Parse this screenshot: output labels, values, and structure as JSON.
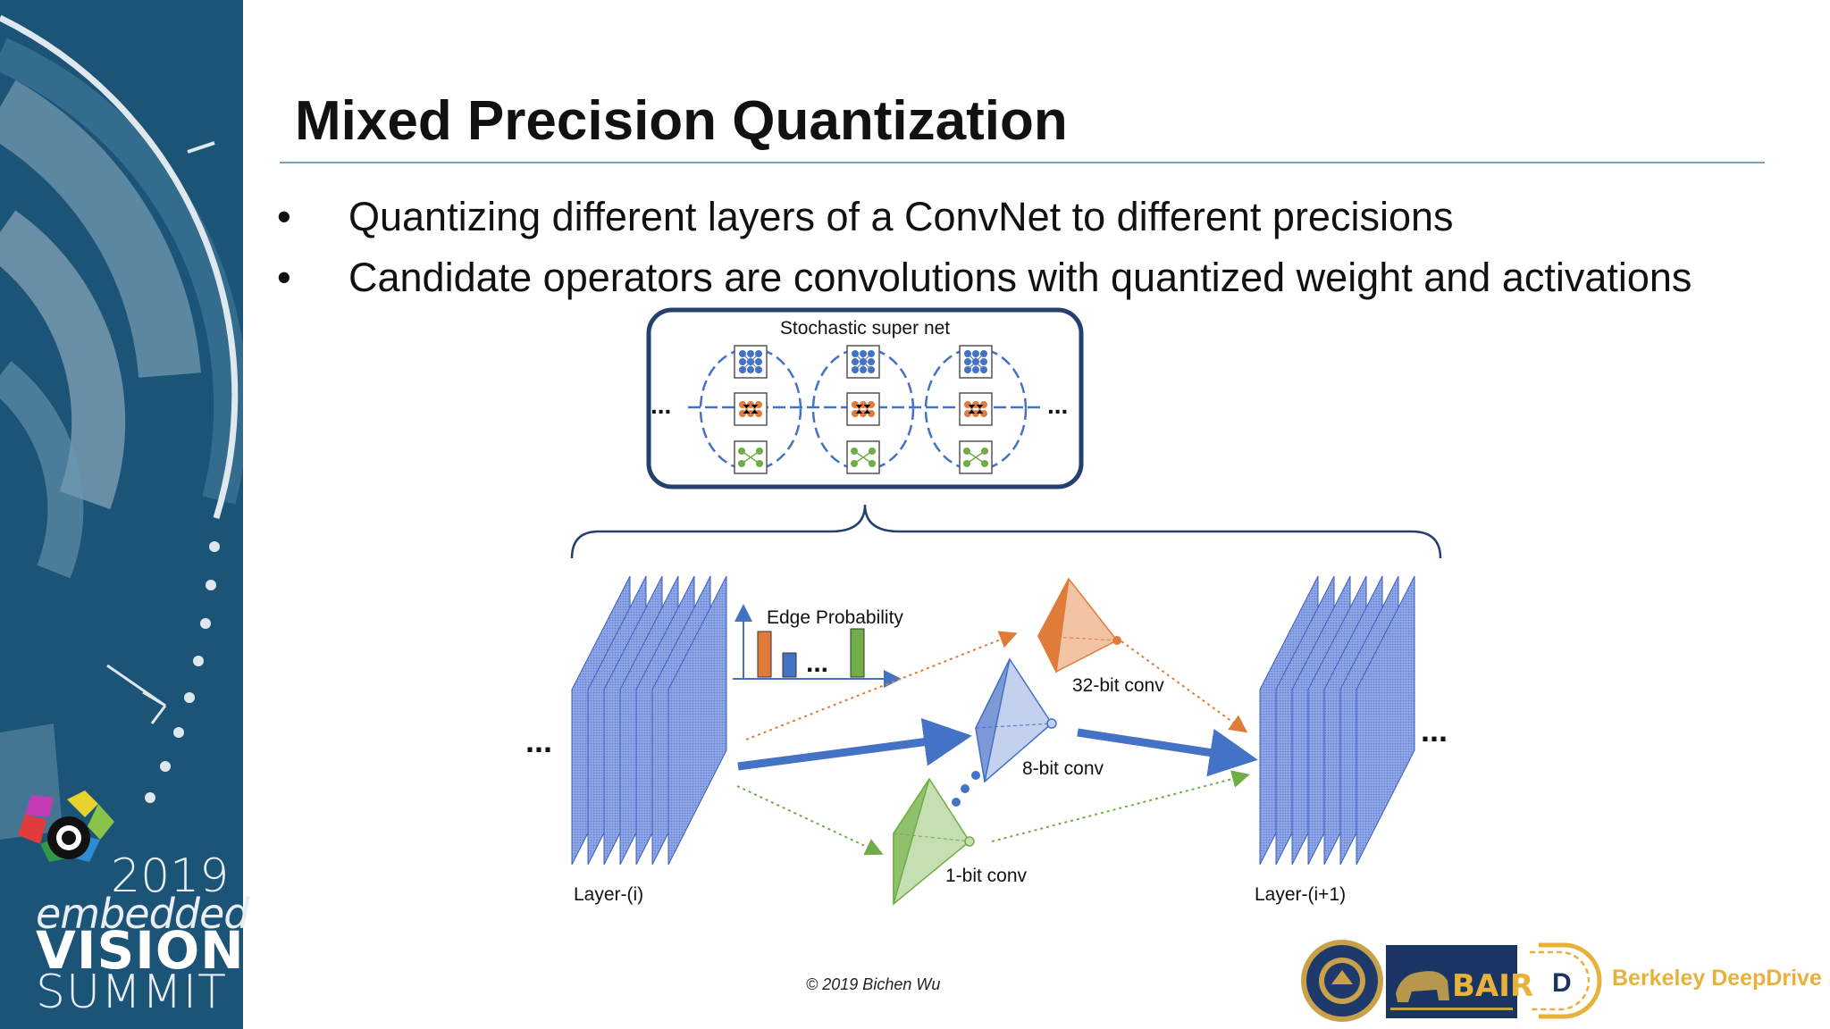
{
  "sidebar": {
    "year": "2019",
    "line1": "embedded",
    "line2": "VISION",
    "line3": "SUMMIT",
    "colors": {
      "bg": "#1b5476",
      "ring": "#a9c2d2"
    }
  },
  "slide": {
    "title": "Mixed Precision Quantization",
    "bullets": [
      {
        "marker": "•",
        "text": "Quantizing different layers of a ConvNet to different precisions"
      },
      {
        "marker": "•",
        "text": "Candidate operators are convolutions with quantized weight and activations"
      }
    ]
  },
  "diagram": {
    "supernet_title": "Stochastic super net",
    "ellipsis": "...",
    "edge_prob_label": "Edge Probability",
    "edge_prob_bars": [
      {
        "name": "32-bit",
        "value": 0.85,
        "color": "#e07b39"
      },
      {
        "name": "8-bit",
        "value": 0.45,
        "color": "#4472c4"
      },
      {
        "name": "1-bit",
        "value": 0.9,
        "color": "#70ad47"
      }
    ],
    "conv_32": "32-bit conv",
    "conv_8": "8-bit conv",
    "conv_1": "1-bit conv",
    "layer_in": "Layer-(i)",
    "layer_out": "Layer-(i+1)",
    "colors": {
      "orange": "#e07b39",
      "blue": "#4472c4",
      "green": "#70ad47",
      "frame": "#24406e"
    }
  },
  "footer": {
    "copyright": "© 2019 Bichen Wu",
    "bair": "BAIR",
    "bdd": "Berkeley DeepDrive",
    "bdd_mark": "D"
  }
}
